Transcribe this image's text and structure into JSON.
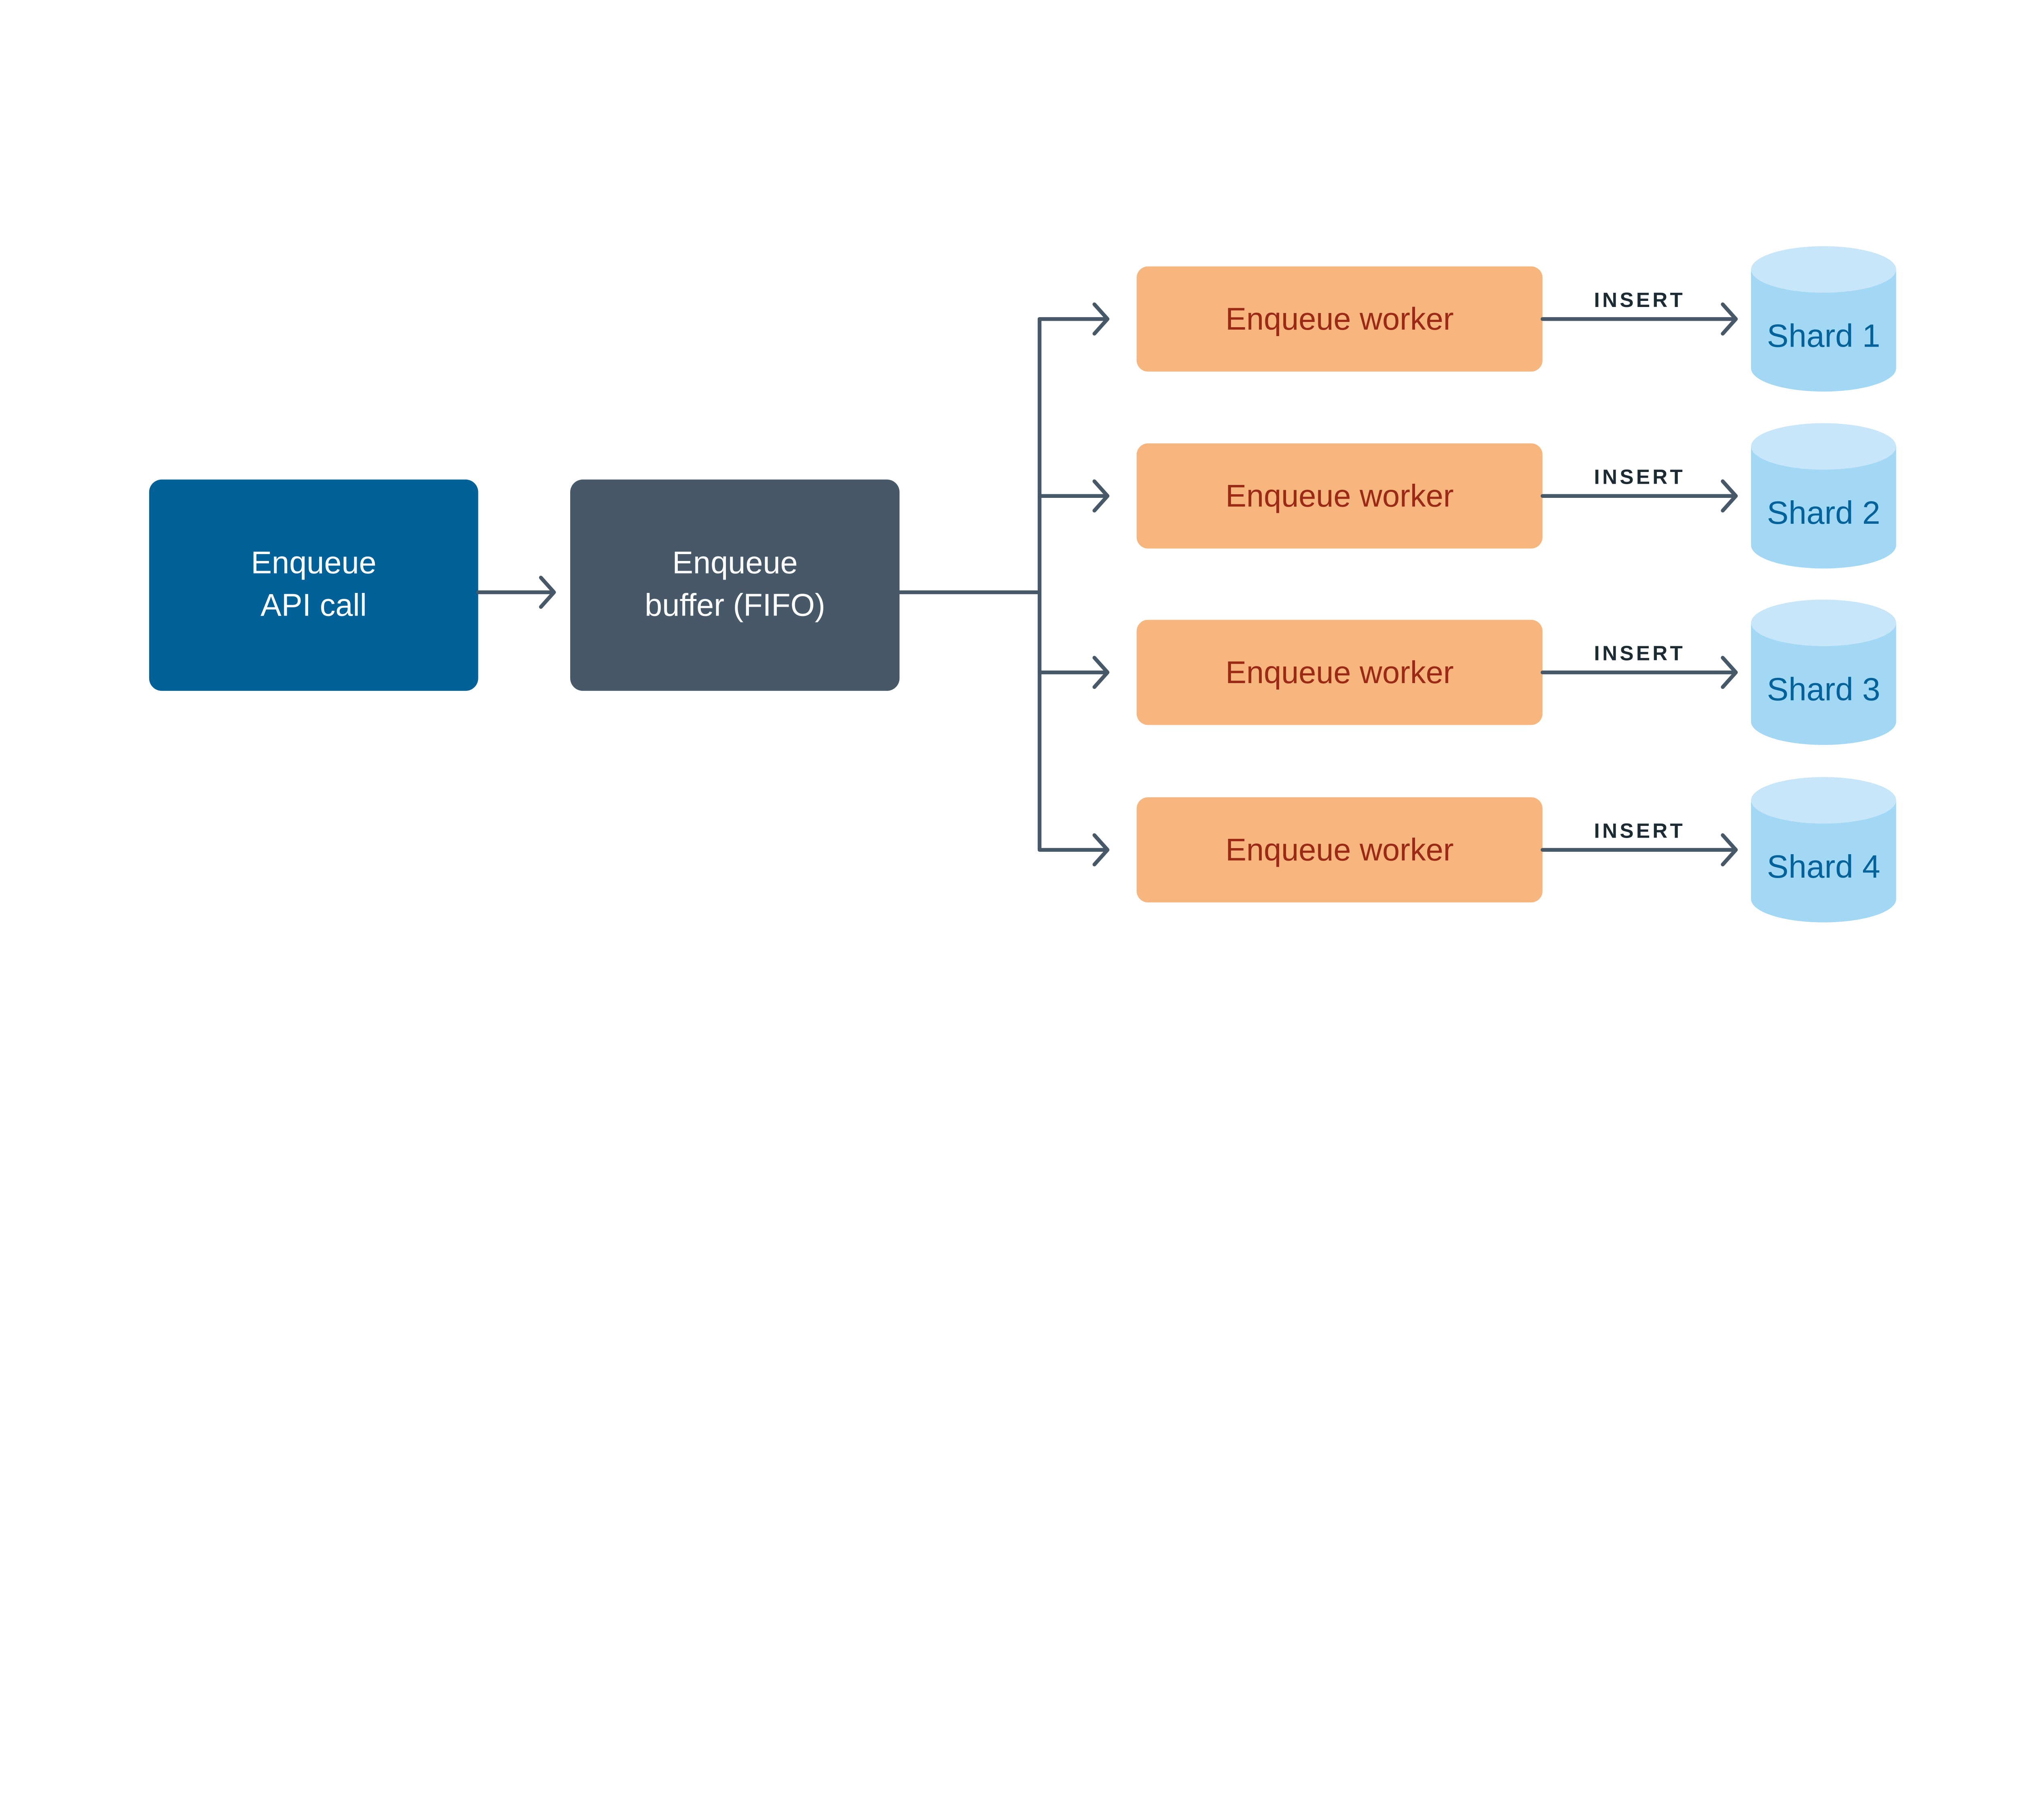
{
  "nodes": {
    "api_call": {
      "lines": [
        "Enqueue",
        "API call"
      ],
      "color": "#006199"
    },
    "buffer": {
      "lines": [
        "Enqueue",
        "buffer (FIFO)"
      ],
      "color": "#475969"
    }
  },
  "workers": [
    {
      "label": "Enqueue worker"
    },
    {
      "label": "Enqueue worker"
    },
    {
      "label": "Enqueue worker"
    },
    {
      "label": "Enqueue worker"
    }
  ],
  "edges": [
    {
      "label": "INSERT"
    },
    {
      "label": "INSERT"
    },
    {
      "label": "INSERT"
    },
    {
      "label": "INSERT"
    }
  ],
  "shards": [
    {
      "label": "Shard 1"
    },
    {
      "label": "Shard 2"
    },
    {
      "label": "Shard 3"
    },
    {
      "label": "Shard 4"
    }
  ],
  "colors": {
    "worker_fill": "#F6B67E",
    "worker_text": "#9B2916",
    "shard_body": "#A3D8F5",
    "shard_top": "#C8E6F9",
    "shard_text": "#00629B",
    "edge": "#475969",
    "edge_label": "#1C2B33"
  }
}
